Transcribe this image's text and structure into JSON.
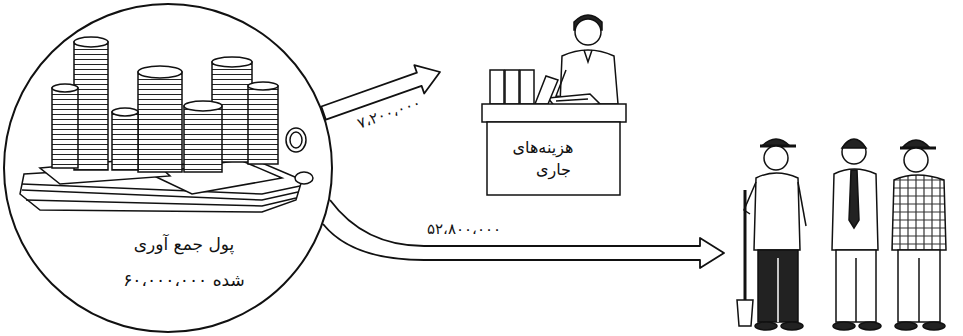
{
  "diagram": {
    "nodes": [
      {
        "text": [
          "پول جمع آوری شده ۶۰،۰۰۰،۰۰۰"
        ]
      },
      {
        "text": [
          "هزینه‌های جاری"
        ]
      }
    ],
    "edges": [
      {
        "from": 0,
        "to": 1,
        "arrow": "to",
        "label": "۷،۲۰۰،۰۰۰"
      }
    ],
    "labels": [
      "۵۲،۸۰۰،۰۰۰"
    ]
  }
}
